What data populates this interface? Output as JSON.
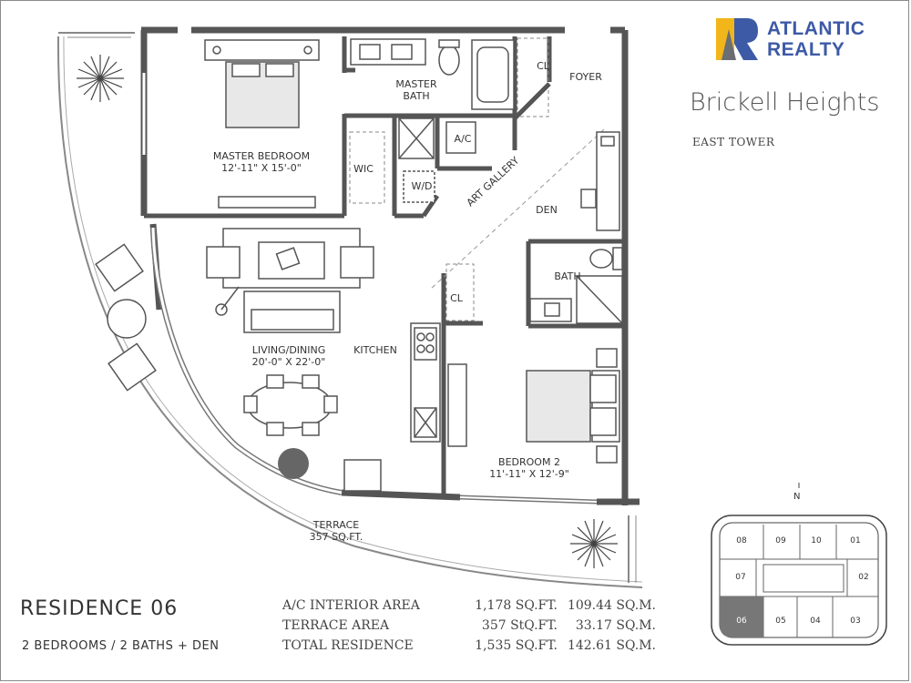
{
  "brand": {
    "name_line1": "ATLANTIC",
    "name_line2": "REALTY",
    "colors": {
      "blue": "#3d5aa6",
      "yellow": "#f2b51a",
      "gray": "#6b6e73"
    }
  },
  "project": {
    "name": "Brickell Heights",
    "tower": "EAST TOWER"
  },
  "residence": {
    "title": "RESIDENCE 06",
    "subtitle": "2 BEDROOMS / 2 BATHS + DEN"
  },
  "areas": [
    {
      "name": "A/C INTERIOR AREA",
      "sqft": "1,178 SQ.FT.",
      "sqm": "109.44 SQ.M."
    },
    {
      "name": "TERRACE AREA",
      "sqft": "357 StQ.FT.",
      "sqm": "33.17 SQ.M."
    },
    {
      "name": "TOTAL RESIDENCE",
      "sqft": "1,535 SQ.FT.",
      "sqm": "142.61 SQ.M."
    }
  ],
  "rooms": {
    "master_bedroom": {
      "name": "MASTER BEDROOM",
      "dims": "12'-11\" X 15'-0\""
    },
    "master_bath": {
      "line1": "MASTER",
      "line2": "BATH"
    },
    "cl": "CL",
    "foyer": "FOYER",
    "ac": "A/C",
    "wic": "WIC",
    "wd": "W/D",
    "art_gallery": "ART GALLERY",
    "den": "DEN",
    "bath": "BATH",
    "living": {
      "name": "LIVING/DINING",
      "dims": "20'-0\" X 22'-0\""
    },
    "kitchen": "KITCHEN",
    "bedroom2": {
      "name": "BEDROOM 2",
      "dims": "11'-11\" X 12'-9\""
    },
    "terrace": {
      "name": "TERRACE",
      "area": "357 SQ.FT."
    }
  },
  "key_plan": {
    "north": "N",
    "units": [
      "08",
      "09",
      "10",
      "01",
      "07",
      "02",
      "06",
      "05",
      "04",
      "03"
    ],
    "highlighted": "06"
  }
}
